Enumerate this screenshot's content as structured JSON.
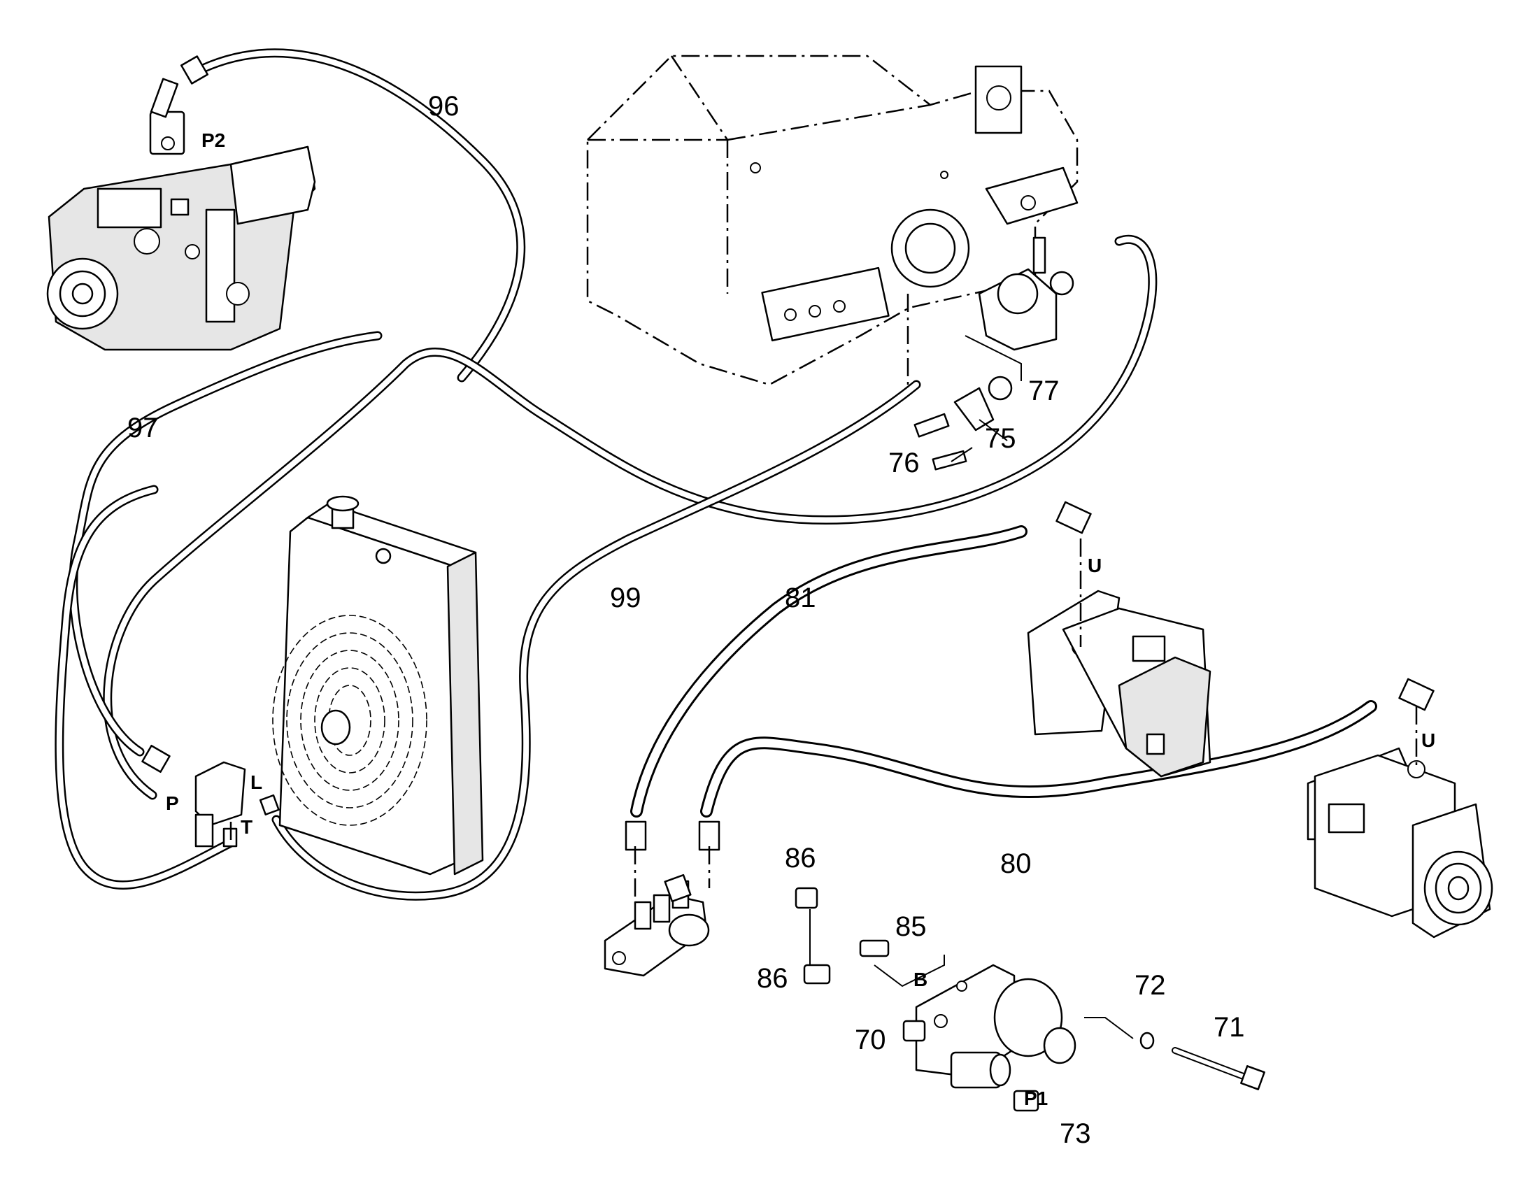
{
  "callouts": {
    "n96": "96",
    "n97": "97",
    "n99": "99",
    "n81": "81",
    "n80": "80",
    "n77": "77",
    "n75": "75",
    "n76": "76",
    "n86a": "86",
    "n86b": "86",
    "n85": "85",
    "n72": "72",
    "n71": "71",
    "n70": "70",
    "n73": "73"
  },
  "ports": {
    "p2": "P2",
    "p": "P",
    "l": "L",
    "t": "T",
    "u1": "U",
    "u2": "U",
    "b": "B",
    "p1": "P1"
  },
  "icons": {
    "pump": "hydraulic-pump-icon",
    "cooler": "oil-cooler-fan-icon",
    "engine": "engine-block-icon",
    "motor": "hydraulic-motor-icon",
    "valve": "valve-block-icon"
  }
}
